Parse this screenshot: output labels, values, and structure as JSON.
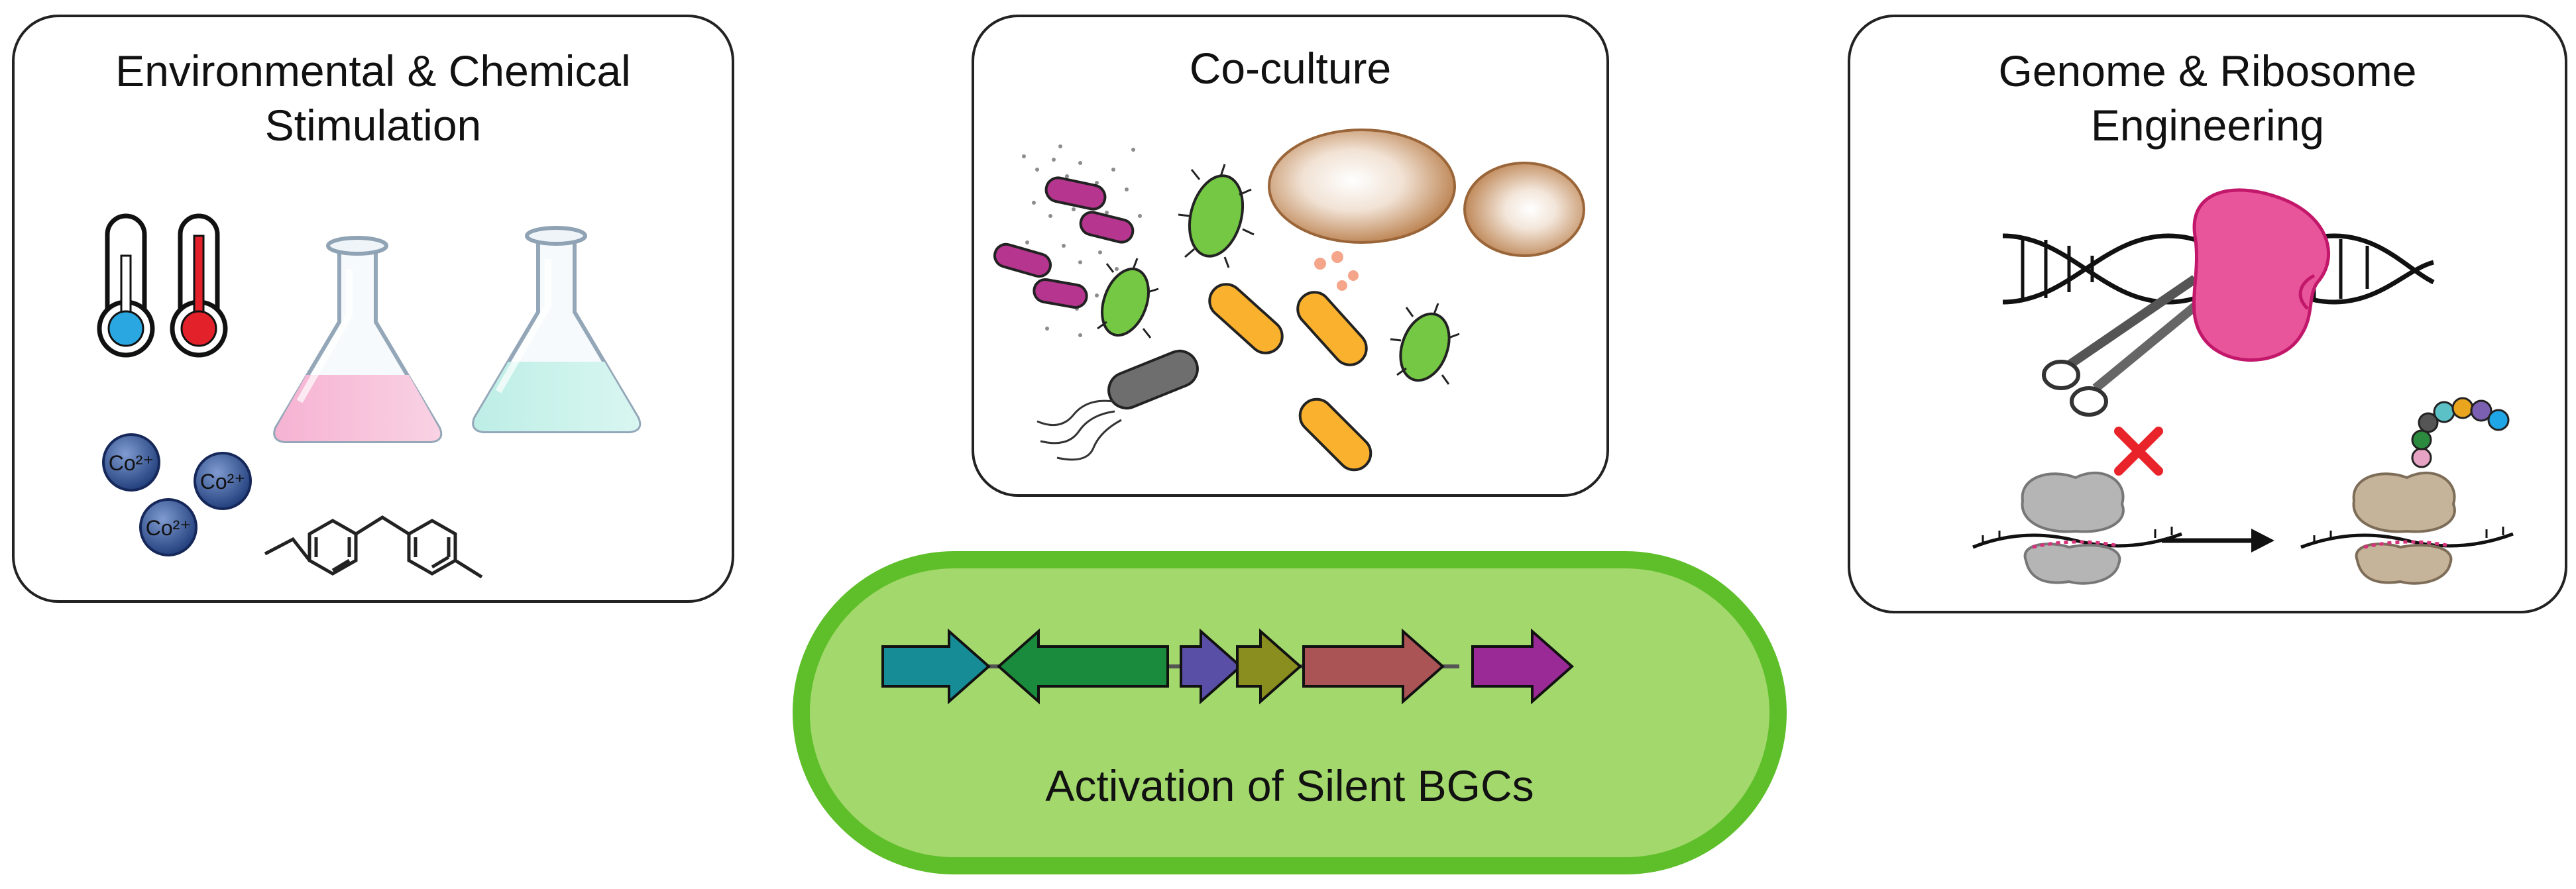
{
  "panels": {
    "environmental": {
      "title_line1": "Environmental & Chemical",
      "title_line2": "Stimulation",
      "ion_label": "Co²⁺"
    },
    "coculture": {
      "title": "Co-culture"
    },
    "genome": {
      "title_line1": "Genome & Ribosome",
      "title_line2": "Engineering"
    }
  },
  "activation": {
    "label": "Activation of Silent BGCs",
    "genes": [
      {
        "color": "#168c96"
      },
      {
        "color": "#1a8a3c"
      },
      {
        "color": "#5a4fa6"
      },
      {
        "color": "#8a8e1e"
      },
      {
        "color": "#aa5456"
      },
      {
        "color": "#9a2a96"
      }
    ]
  },
  "colors": {
    "activation_fill": "#a3d86c",
    "activation_border": "#5fbf2a",
    "nuclease": "#e9559a",
    "ribosome_inactive": "#b5b5b5",
    "ribosome_active": "#c6b49a",
    "inhibition_mark": "#e8242a"
  }
}
